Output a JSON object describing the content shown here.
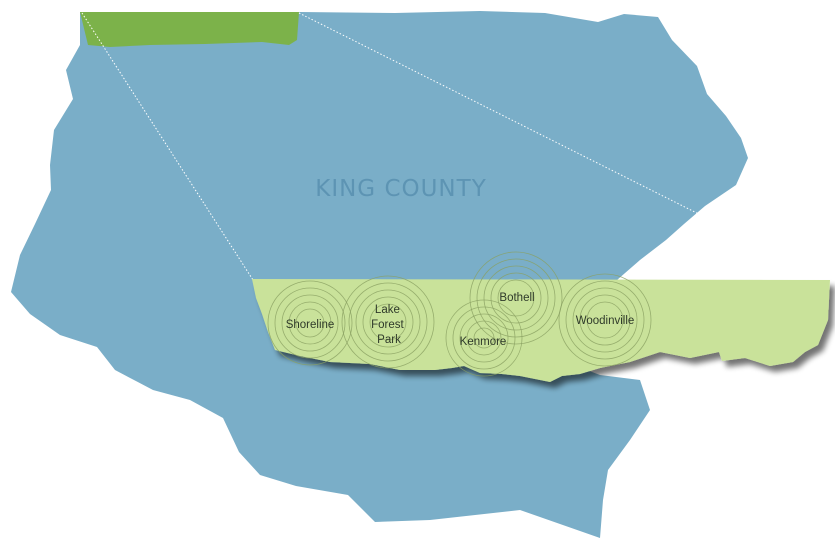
{
  "map": {
    "county_label": "KING COUNTY",
    "cities": [
      {
        "id": "shoreline",
        "lines": [
          "Shoreline"
        ]
      },
      {
        "id": "lake-forest-park",
        "lines": [
          "Lake",
          "Forest",
          "Park"
        ]
      },
      {
        "id": "kenmore",
        "lines": [
          "Kenmore"
        ]
      },
      {
        "id": "bothell",
        "lines": [
          "Bothell"
        ]
      },
      {
        "id": "woodinville",
        "lines": [
          "Woodinville"
        ]
      }
    ],
    "colors": {
      "county_fill": "#7aaec8",
      "county_label": "#5d94b3",
      "inset_fill": "#c9e29a",
      "highlight_fill": "#7cb24a",
      "rings": "#8aa062",
      "city_text": "#2f3a2a",
      "shadow": "#5a5a5a",
      "zoom_lines": "#ffffff"
    }
  }
}
